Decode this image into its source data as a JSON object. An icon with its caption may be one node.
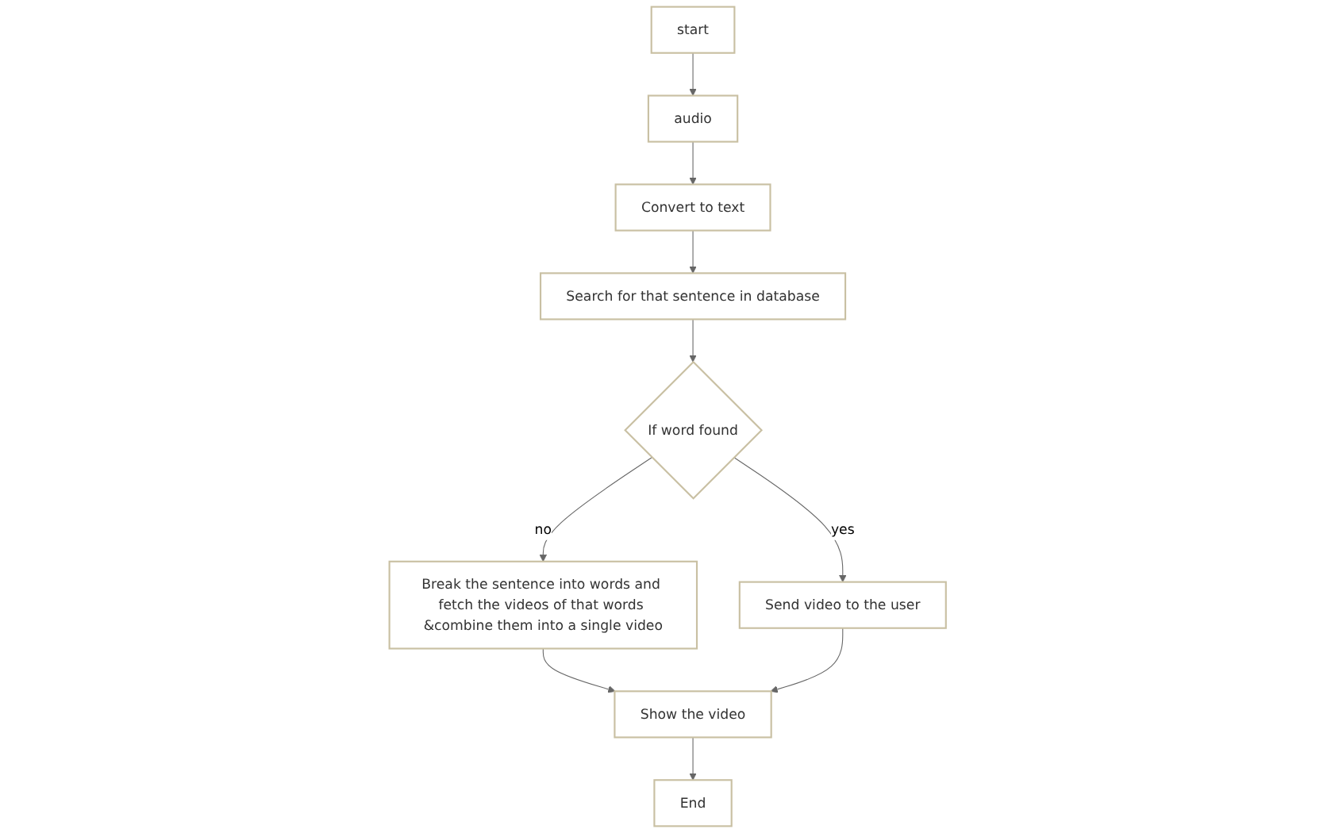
{
  "diagram": {
    "nodes": [
      {
        "text": [
          "start"
        ]
      },
      {
        "text": [
          "audio"
        ]
      },
      {
        "text": [
          "Convert to text"
        ]
      },
      {
        "text": [
          "Search for that sentence in database"
        ]
      },
      {
        "text": [
          "If word found"
        ]
      },
      {
        "text": [
          "Send video to the user"
        ]
      },
      {
        "text": [
          "Break the sentence into words and fetch the videos of that words &combine them into a single video"
        ]
      },
      {
        "text": [
          "Show the video"
        ]
      },
      {
        "text": [
          "End"
        ]
      }
    ],
    "edges": [
      {
        "from": 0,
        "to": 1,
        "arrow": "to"
      },
      {
        "from": 1,
        "to": 2,
        "arrow": "to"
      },
      {
        "from": 2,
        "to": 3,
        "arrow": "to"
      },
      {
        "from": 3,
        "to": 4,
        "arrow": "to"
      },
      {
        "from": 4,
        "to": 5,
        "arrow": "to",
        "label": "yes"
      },
      {
        "from": 4,
        "to": 6,
        "arrow": "to",
        "label": "no"
      },
      {
        "from": 6,
        "to": 7,
        "arrow": "to"
      },
      {
        "from": 5,
        "to": 7,
        "arrow": "to"
      },
      {
        "from": 7,
        "to": 8,
        "arrow": "to"
      }
    ]
  }
}
